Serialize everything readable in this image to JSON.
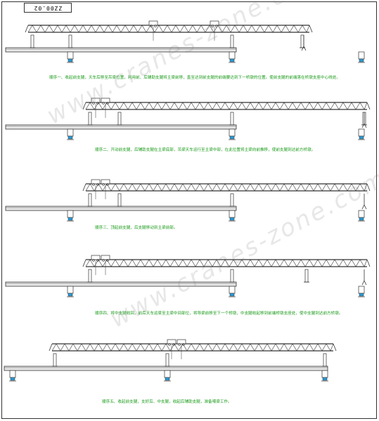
{
  "drawing_number": "ZZ00.02",
  "watermark": "www.cranes-zone.com",
  "colors": {
    "line": "#333333",
    "caption": "#1a9a1a",
    "pier_accent": "#2a9ad6",
    "beam_fill": "#e9e9e9"
  },
  "steps": [
    {
      "caption": "顺序一、收起前支腿，天车后移至吊梁位置，利用前、后辅助支腿将主梁前移，直至达到前支腿的前端要达到下一桥墩的位置。使前支腿的前端落在桥墩支座中心线处。"
    },
    {
      "caption": "顺序二、开动前支腿，后辅助支腿在主梁底部，吊梁天车运行至主梁中部，在此位置将主梁向前推移，使前支腿到达前方桥墩。"
    },
    {
      "caption": "顺序三、顶起前支腿，后支腿移动到主梁前部。"
    },
    {
      "caption": "顺序四、将中支腿收回，前后天车运梁至主梁中间部位，将导梁前移至下一个桥墩，中支腿收起移到前端桥墩支座处，使中支腿到达前方桥墩。"
    },
    {
      "caption": "顺序五、收起前支腿，支好后、中支腿，收起后辅助支腿，准备喂梁工作。"
    }
  ]
}
